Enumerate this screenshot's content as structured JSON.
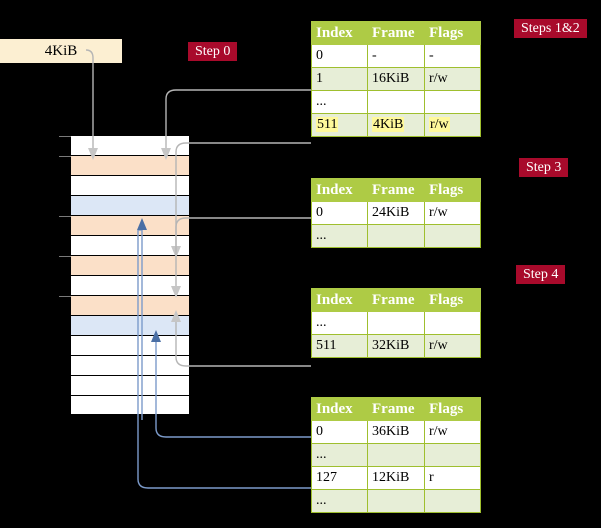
{
  "diagram": {
    "title_hint": "multi-level page table walk",
    "colors": {
      "badge": "#A80A2B",
      "table_header": "#AECB45",
      "table_alt_row": "#E7EED7",
      "highlight": "#FFF99B",
      "cream": "#FCEFD2",
      "mem_peach": "#FBE0C8",
      "mem_blue": "#DCE7F6",
      "grey_wire": "#B5B5B5",
      "blue_wire": "#7C9BCB"
    }
  },
  "labels": {
    "size_box": "4KiB",
    "step0": "Step 0",
    "steps12": "Steps 1&2",
    "step3": "Step 3",
    "step4": "Step 4"
  },
  "tables": [
    {
      "id": "table-steps12",
      "headers": [
        "Index",
        "Frame",
        "Flags"
      ],
      "rows": [
        {
          "cells": [
            "0",
            "-",
            "-"
          ],
          "shade": "odd",
          "highlight": []
        },
        {
          "cells": [
            "1",
            "16KiB",
            "r/w"
          ],
          "shade": "even",
          "highlight": []
        },
        {
          "cells": [
            "...",
            "",
            ""
          ],
          "shade": "odd",
          "highlight": []
        },
        {
          "cells": [
            "511",
            "4KiB",
            "r/w"
          ],
          "shade": "even",
          "highlight": [
            0,
            1,
            2
          ]
        }
      ]
    },
    {
      "id": "table-step3",
      "headers": [
        "Index",
        "Frame",
        "Flags"
      ],
      "rows": [
        {
          "cells": [
            "0",
            "24KiB",
            "r/w"
          ],
          "shade": "odd",
          "highlight": []
        },
        {
          "cells": [
            "...",
            "",
            ""
          ],
          "shade": "even",
          "highlight": []
        }
      ]
    },
    {
      "id": "table-step4",
      "headers": [
        "Index",
        "Frame",
        "Flags"
      ],
      "rows": [
        {
          "cells": [
            "...",
            "",
            ""
          ],
          "shade": "odd",
          "highlight": []
        },
        {
          "cells": [
            "511",
            "32KiB",
            "r/w"
          ],
          "shade": "even",
          "highlight": []
        }
      ]
    },
    {
      "id": "table-bottom",
      "headers": [
        "Index",
        "Frame",
        "Flags"
      ],
      "rows": [
        {
          "cells": [
            "0",
            "36KiB",
            "r/w"
          ],
          "shade": "odd",
          "highlight": []
        },
        {
          "cells": [
            "...",
            "",
            ""
          ],
          "shade": "even",
          "highlight": []
        },
        {
          "cells": [
            "127",
            "12KiB",
            "r"
          ],
          "shade": "odd",
          "highlight": []
        },
        {
          "cells": [
            "...",
            "",
            ""
          ],
          "shade": "even",
          "highlight": []
        }
      ]
    }
  ],
  "memory_column": {
    "rows": [
      {
        "fill": "white",
        "tick": true
      },
      {
        "fill": "peach",
        "tick": true
      },
      {
        "fill": "white",
        "tick": false
      },
      {
        "fill": "blue",
        "tick": false
      },
      {
        "fill": "peach",
        "tick": true
      },
      {
        "fill": "white",
        "tick": false
      },
      {
        "fill": "peach",
        "tick": true
      },
      {
        "fill": "white",
        "tick": false
      },
      {
        "fill": "peach",
        "tick": true
      },
      {
        "fill": "blue",
        "tick": false
      },
      {
        "fill": "white",
        "tick": false
      },
      {
        "fill": "white",
        "tick": false
      },
      {
        "fill": "white",
        "tick": false
      },
      {
        "fill": "white",
        "tick": false
      }
    ]
  }
}
